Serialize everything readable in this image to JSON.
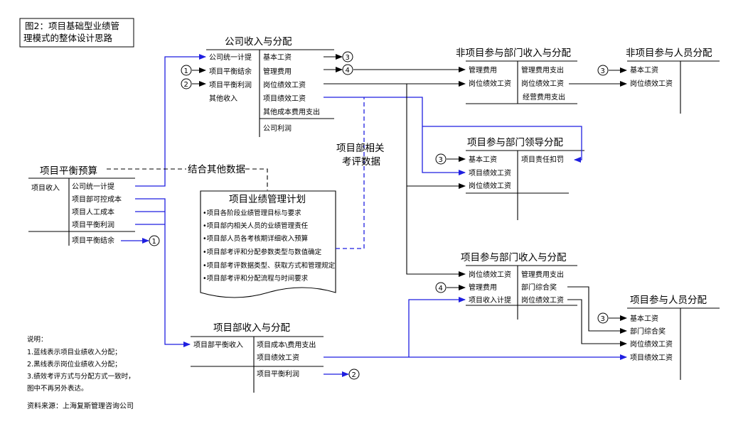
{
  "figure_title": [
    "图2：项目基础型业绩管",
    "理模式的整体设计思路"
  ],
  "notes": {
    "heading": "说明：",
    "lines": [
      "1.蓝线表示项目业绩收入分配；",
      "2.黑线表示岗位业绩收入分配；",
      "3.绩效考评方式与分配方式一致时，",
      "图中不再另外表达。"
    ]
  },
  "source": "资料来源：上海复斯管理咨询公司",
  "markers": {
    "one": "1",
    "two": "2",
    "three": "3",
    "four": "4"
  },
  "connectors": {
    "combine_data": "结合其他数据",
    "evaluation_data": [
      "项目部相关",
      "考评数据"
    ]
  },
  "company": {
    "title": "公司收入与分配",
    "left": [
      "公司统一计提",
      "项目平衡结余",
      "项目平衡利润",
      "其他收入"
    ],
    "right": [
      "基本工资",
      "管理费用",
      "岗位绩效工资",
      "项目绩效工资",
      "其他成本费用支出"
    ],
    "bottom": "公司利润"
  },
  "budget": {
    "title": "项目平衡预算",
    "left": [
      "项目收入"
    ],
    "right": [
      "公司统一计提",
      "项目部可控成本",
      "项目人工成本",
      "项目平衡利润"
    ],
    "bottom": "项目平衡结余"
  },
  "plan": {
    "title": "项目业绩管理计划",
    "items": [
      "•项目各阶段业绩管理目标与要求",
      "•项目部内相关人员的业绩管理责任",
      "•项目部人员各考核期详细收入预算",
      "•项目部考评和分配参数类型与数值确定",
      "•项目部考评数据类型、获取方式和管理规定",
      "•项目部考评和分配流程与时间要求"
    ]
  },
  "dept": {
    "title": "项目部收入与分配",
    "left": [
      "项目部平衡收入"
    ],
    "right": [
      "项目成本\\费用支出",
      "项目绩效工资"
    ],
    "bottom": "项目平衡利润"
  },
  "non_project_dept": {
    "title": "非项目参与部门收入与分配",
    "left": [
      "管理费用",
      "岗位绩效工资"
    ],
    "right": [
      "管理费用支出",
      "岗位绩效工资",
      "经营费用支出"
    ]
  },
  "non_project_staff": {
    "title": "非项目参与人员分配",
    "left": [
      "基本工资",
      "岗位绩效工资"
    ]
  },
  "project_lead": {
    "title": "项目参与部门领导分配",
    "left": [
      "基本工资",
      "项目绩效工资",
      "岗位绩效工资"
    ],
    "right": [
      "项目责任扣罚"
    ]
  },
  "project_dept": {
    "title": "项目参与部门收入与分配",
    "left": [
      "岗位绩效工资",
      "管理费用",
      "项目收入计提"
    ],
    "right": [
      "管理费用支出",
      "部门综合奖",
      "岗位绩效工资"
    ]
  },
  "project_staff": {
    "title": "项目参与人员分配",
    "left": [
      "基本工资",
      "部门综合奖",
      "岗位绩效工资",
      "项目绩效工资"
    ]
  },
  "colors": {
    "project_line": "#1f1fe0",
    "post_line": "#000000"
  }
}
